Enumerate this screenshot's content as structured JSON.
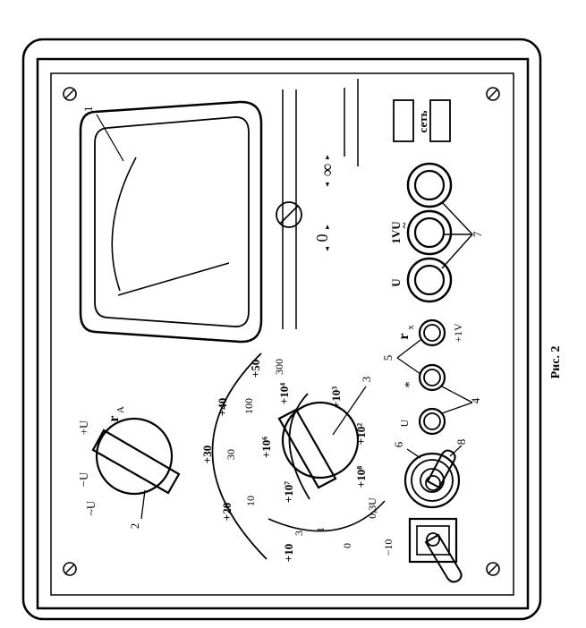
{
  "caption": "Рис. 2",
  "labels": {
    "mains_switch": "сеть",
    "zero_mark": "0",
    "infinity_mark": "∞",
    "jack_1v_ac": "1VU",
    "jack_1v_ac_tilde": "~",
    "jack_u": "U",
    "jack_rx": "r",
    "jack_rx_sub": "x",
    "plus_1v": "+1V",
    "jack_star": "*",
    "jack_u2": "U",
    "selector_top": "+U",
    "selector_left": "−U",
    "selector_bottom_left": "~U",
    "selector_ra": "r",
    "selector_ra_sub": "A"
  },
  "callouts": [
    "1",
    "2",
    "3",
    "4",
    "5",
    "6",
    "7",
    "8"
  ],
  "range_outer": [
    "+50",
    "+40",
    "+30",
    "+20",
    "+10"
  ],
  "range_middle": [
    "300",
    "100",
    "30",
    "10",
    "3"
  ],
  "range_inner": [
    "+10⁴",
    "+10³",
    "+10²",
    "+10⁶",
    "+10⁷",
    "+10⁸"
  ],
  "range_bottom": [
    "1",
    "0",
    "0,3U",
    "−10"
  ]
}
